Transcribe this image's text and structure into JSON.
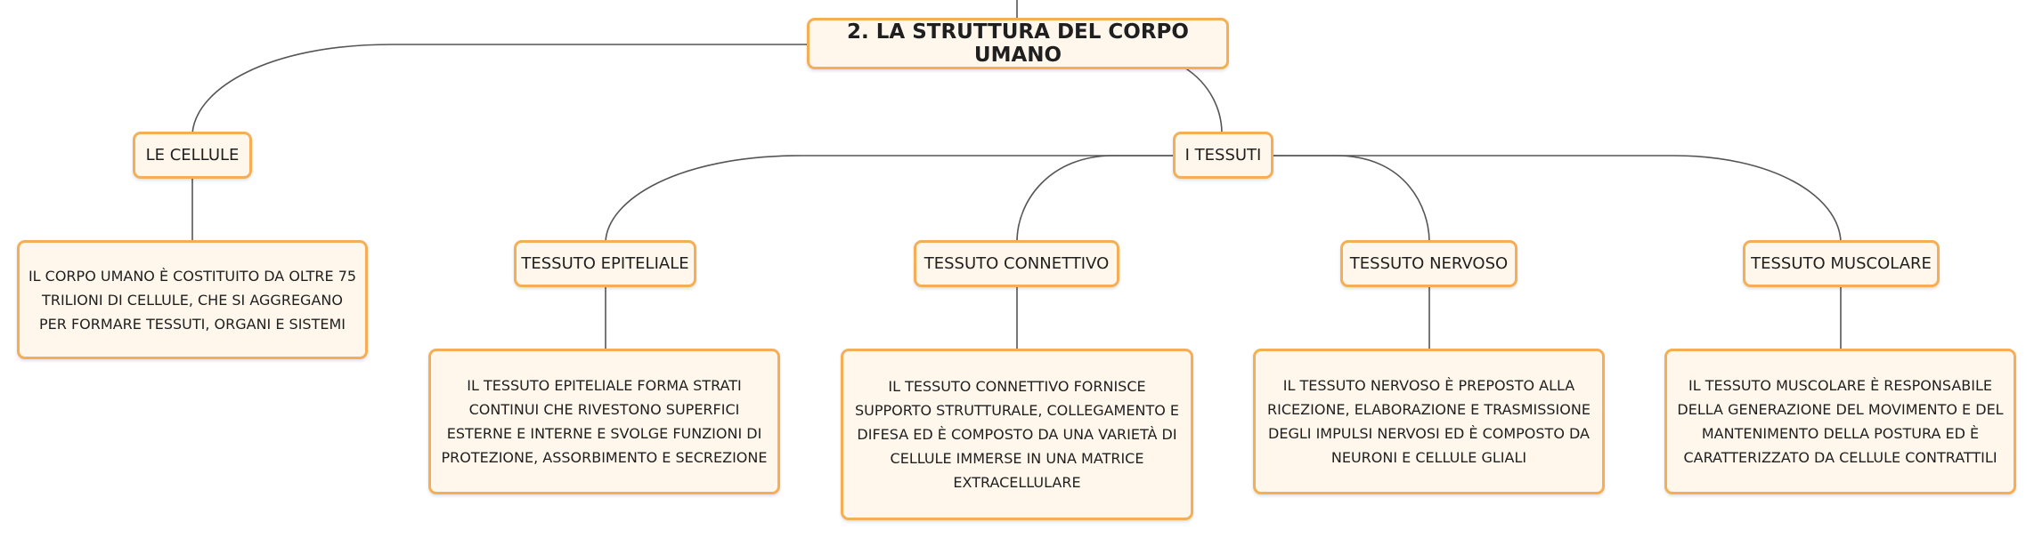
{
  "root": {
    "label": "2. LA STRUTTURA DEL CORPO UMANO"
  },
  "cellule": {
    "label": "LE CELLULE",
    "description": "IL CORPO UMANO È COSTITUITO DA OLTRE 75 TRILIONI DI CELLULE, CHE SI AGGREGANO PER FORMARE TESSUTI, ORGANI E SISTEMI"
  },
  "tessuti": {
    "label": "I TESSUTI",
    "children": [
      {
        "label": "TESSUTO EPITELIALE",
        "description": "IL TESSUTO EPITELIALE FORMA STRATI CONTINUI CHE RIVESTONO SUPERFICI ESTERNE E INTERNE E SVOLGE FUNZIONI DI PROTEZIONE, ASSORBIMENTO E SECREZIONE"
      },
      {
        "label": "TESSUTO CONNETTIVO",
        "description": "IL TESSUTO CONNETTIVO FORNISCE SUPPORTO STRUTTURALE, COLLEGAMENTO E DIFESA ED È COMPOSTO DA UNA VARIETÀ DI CELLULE IMMERSE IN UNA MATRICE EXTRACELLULARE"
      },
      {
        "label": "TESSUTO NERVOSO",
        "description": "IL TESSUTO NERVOSO È PREPOSTO ALLA RICEZIONE, ELABORAZIONE E TRASMISSIONE DEGLI IMPULSI NERVOSI ED È COMPOSTO DA NEURONI E CELLULE GLIALI"
      },
      {
        "label": "TESSUTO MUSCOLARE",
        "description": "IL TESSUTO MUSCOLARE È RESPONSABILE DELLA GENERAZIONE DEL MOVIMENTO E DEL MANTENIMENTO DELLA POSTURA ED È CARATTERIZZATO DA CELLULE CONTRATTILI"
      }
    ]
  },
  "colors": {
    "node_border": "#f5ae56",
    "node_fill": "#fff7ec",
    "connector": "#555555"
  }
}
